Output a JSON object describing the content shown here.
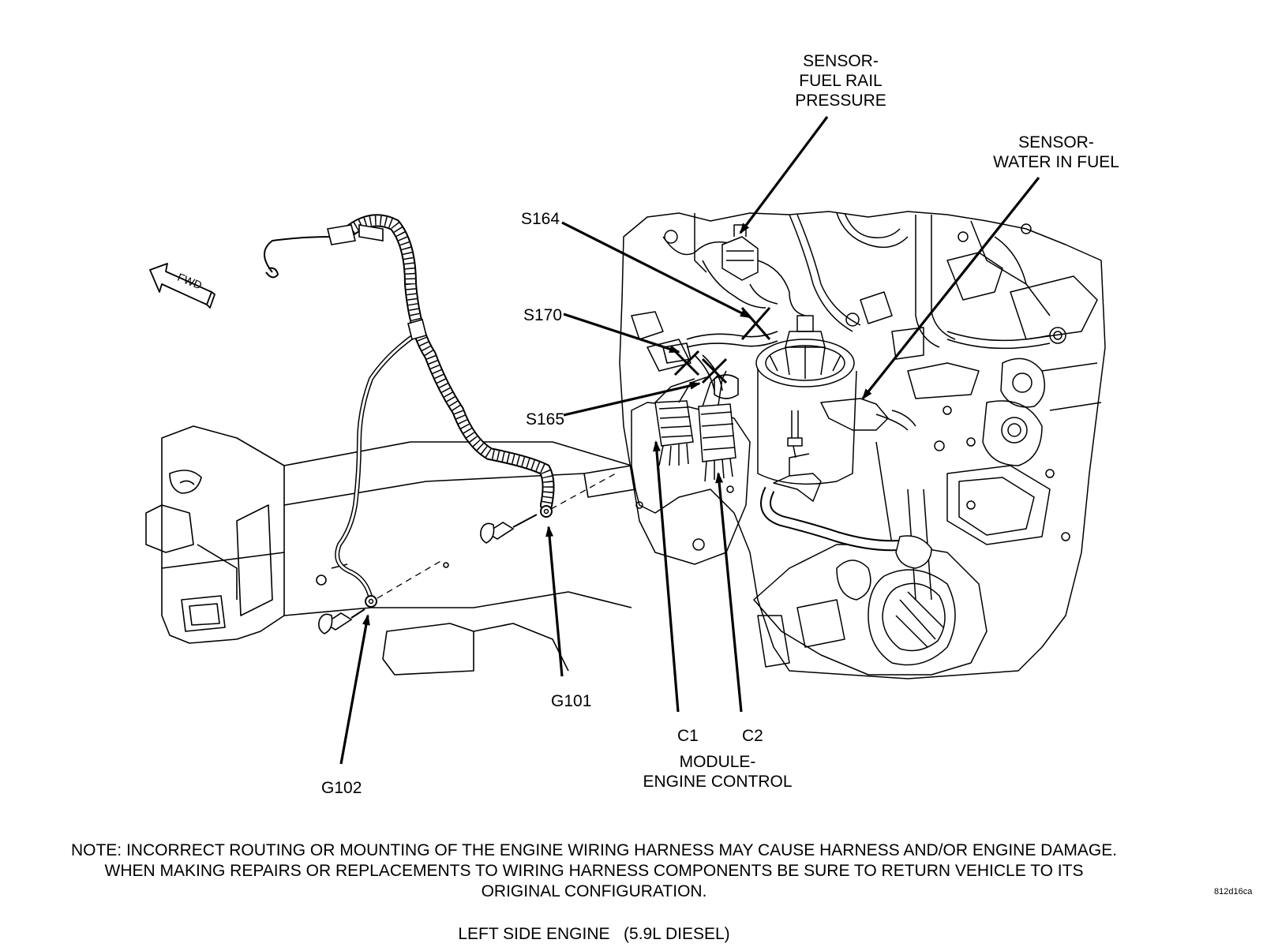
{
  "labels": {
    "sensor_fuel_rail_pressure": [
      "SENSOR-",
      "FUEL RAIL",
      "PRESSURE"
    ],
    "sensor_water_in_fuel": [
      "SENSOR-",
      "WATER IN FUEL"
    ],
    "s164": "S164",
    "s170": "S170",
    "s165": "S165",
    "g101": "G101",
    "g102": "G102",
    "c1": "C1",
    "c2": "C2",
    "module_engine_control": [
      "MODULE-",
      "ENGINE CONTROL"
    ],
    "fwd": "FWD"
  },
  "note": [
    "NOTE: INCORRECT ROUTING OR MOUNTING OF THE ENGINE WIRING HARNESS MAY CAUSE HARNESS AND/OR ENGINE DAMAGE.",
    "WHEN MAKING REPAIRS OR REPLACEMENTS TO WIRING HARNESS COMPONENTS BE SURE TO RETURN VEHICLE TO ITS",
    "ORIGINAL CONFIGURATION."
  ],
  "caption": "LEFT SIDE ENGINE   (5.9L DIESEL)",
  "figure_code": "812d16ca"
}
